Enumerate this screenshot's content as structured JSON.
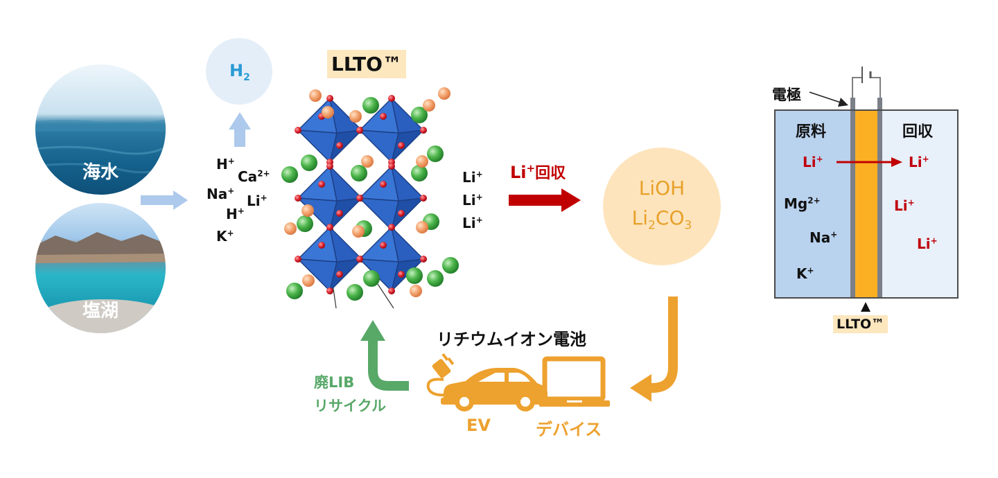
{
  "sources": {
    "sea": "海水",
    "salt_lake": "塩湖"
  },
  "h2": {
    "base": "H",
    "sub": "2"
  },
  "input_ions": [
    {
      "base": "H",
      "sup": "+"
    },
    {
      "base": "Ca",
      "sup": "2+"
    },
    {
      "base": "Na",
      "sup": "+"
    },
    {
      "base": "Li",
      "sup": "+"
    },
    {
      "base": "H",
      "sup": "+"
    },
    {
      "base": "K",
      "sup": "+"
    }
  ],
  "material": {
    "name": "LLTO™"
  },
  "output_ions": [
    {
      "base": "Li",
      "sup": "+"
    },
    {
      "base": "Li",
      "sup": "+"
    },
    {
      "base": "Li",
      "sup": "+"
    }
  ],
  "recovery_label": {
    "base": "Li",
    "sup": "+",
    "text": "回収"
  },
  "products": {
    "line1": "LiOH",
    "line2": {
      "a": "Li",
      "sub": "2",
      "b": "CO",
      "sub2": "3"
    }
  },
  "battery": {
    "title": "リチウムイオン電池",
    "ev": "EV",
    "device": "デバイス"
  },
  "recycle": {
    "line1": "廃LIB",
    "line2": "リサイクル"
  },
  "cell": {
    "electrode": "電極",
    "left_title": "原料",
    "right_title": "回収",
    "left_ions": [
      {
        "base": "Li",
        "sup": "+"
      },
      {
        "base": "Mg",
        "sup": "2+"
      },
      {
        "base": "Na",
        "sup": "+"
      },
      {
        "base": "K",
        "sup": "+"
      }
    ],
    "right_ions": [
      {
        "base": "Li",
        "sup": "+"
      },
      {
        "base": "Li",
        "sup": "+"
      },
      {
        "base": "Li",
        "sup": "+"
      }
    ],
    "membrane": "LLTO™"
  },
  "colors": {
    "ion_red": "#c0000b",
    "recover_arrow": "#c00000",
    "h2_text": "#2a9bd4",
    "product_text": "#e8a02a",
    "battery_orange": "#eda12e",
    "recycle_green": "#58a868",
    "octahedron_blue": "#2e63c7"
  }
}
